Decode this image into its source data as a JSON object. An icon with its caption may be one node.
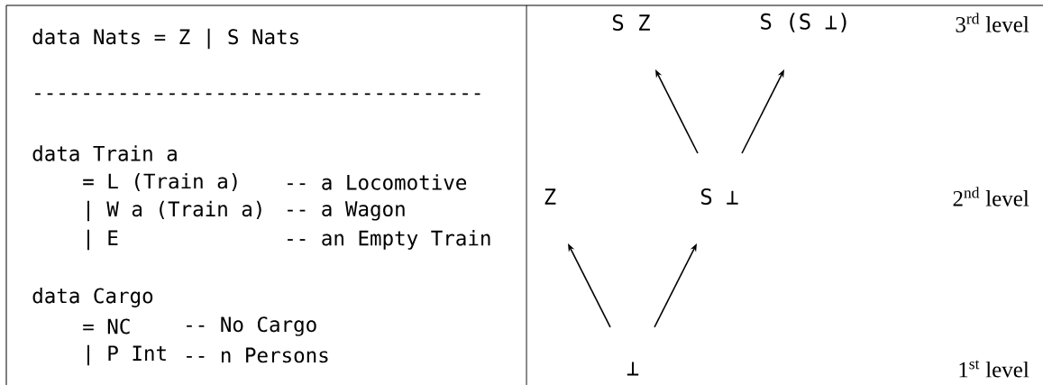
{
  "diagram": {
    "nodes": [
      {
        "text": [
          "⊥"
        ]
      },
      {
        "text": [
          "Z"
        ]
      },
      {
        "text": [
          "S ⊥"
        ]
      },
      {
        "text": [
          "S Z"
        ]
      },
      {
        "text": [
          "S (S ⊥)"
        ]
      }
    ],
    "edges": [
      {
        "from": 0,
        "to": 1,
        "arrow": "to"
      },
      {
        "from": 0,
        "to": 2,
        "arrow": "to"
      },
      {
        "from": 2,
        "to": 3,
        "arrow": "to"
      },
      {
        "from": 2,
        "to": 4,
        "arrow": "to"
      }
    ],
    "labels": [
      "data Nats = Z | S Nats",
      "-------------------------------------",
      "data Train a",
      "= L (Train a)",
      "-- a Locomotive",
      "| W a (Train a)",
      "-- a Wagon",
      "| E",
      "-- an Empty Train",
      "data Cargo",
      "= NC",
      "-- No Cargo",
      "| P Int",
      "-- n Persons",
      "3$^{rd}$ level",
      "2$^{nd}$ level",
      "1$^{st}$ level"
    ]
  }
}
